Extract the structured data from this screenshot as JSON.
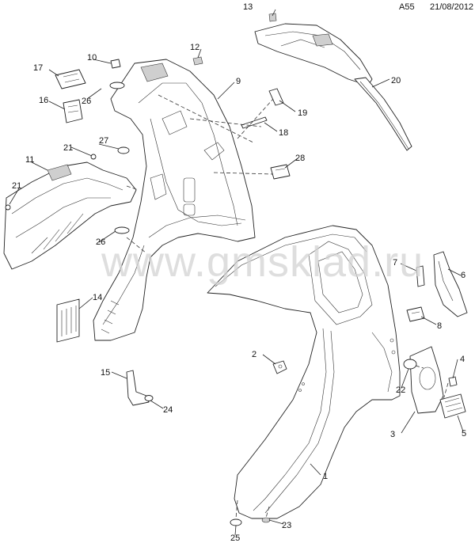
{
  "header": {
    "diagram_code": "A55",
    "date": "21/08/2012"
  },
  "watermark": "www.gmsklad.ru",
  "callouts": [
    "1",
    "2",
    "3",
    "4",
    "5",
    "6",
    "7",
    "8",
    "9",
    "10",
    "11",
    "12",
    "13",
    "14",
    "15",
    "16",
    "17",
    "18",
    "19",
    "20",
    "21",
    "21",
    "22",
    "23",
    "24",
    "25",
    "26",
    "26",
    "27",
    "28"
  ]
}
